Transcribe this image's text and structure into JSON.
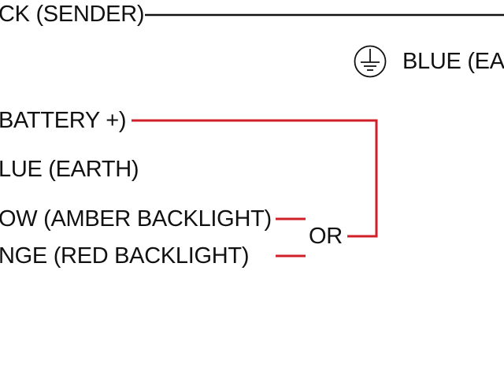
{
  "labels": {
    "black_sender": "CK (SENDER)",
    "blue_earth_right": "BLUE (EA",
    "battery_plus": "BATTERY +)",
    "blue_earth_left": "LUE (EARTH)",
    "amber_backlight": "OW (AMBER BACKLIGHT)",
    "red_backlight": "NGE (RED BACKLIGHT)",
    "or": "OR"
  },
  "icons": {
    "earth": "ground-earth-icon"
  },
  "colors": {
    "text": "#111111",
    "black_wire": "#111111",
    "red_wire": "#d01f28",
    "background": "#ffffff"
  }
}
